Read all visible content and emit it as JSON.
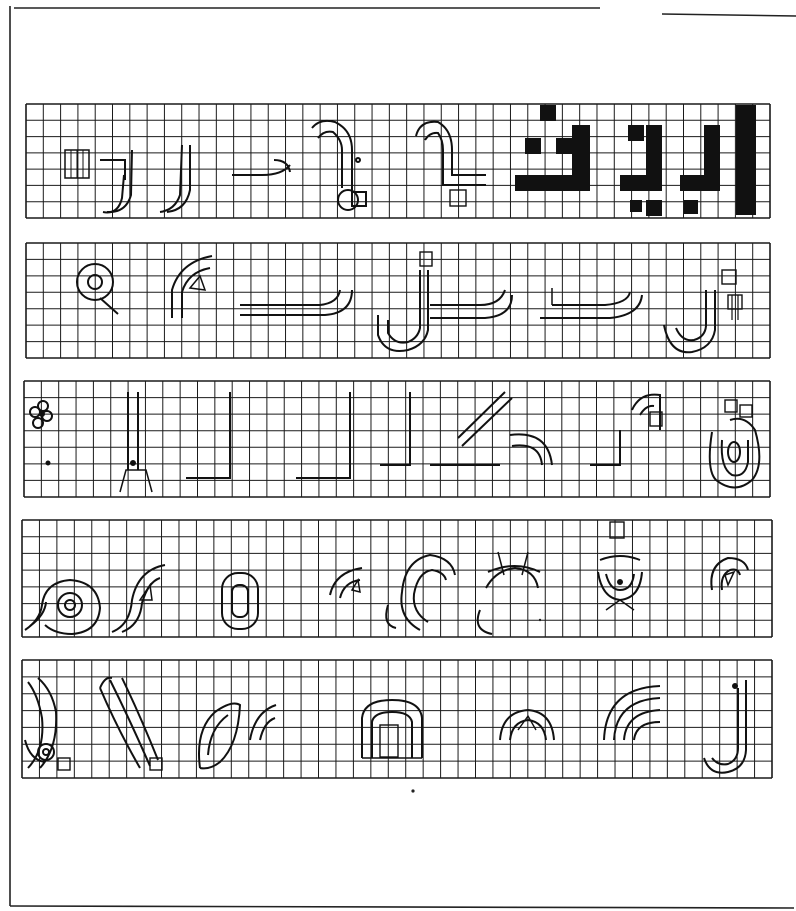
{
  "figure": {
    "kind": "letterform-construction-grids",
    "strip_count": 5,
    "ink_color": "#111111",
    "paper_color": "#ffffff",
    "grid_line_color": "#1a1a1a",
    "strips": [
      {
        "name": "strip-1",
        "glyph_icons": [
          "small-grid-square-icon",
          "baseline-stroke-icon",
          "curved-tail-icon",
          "curved-tail-icon",
          "bowl-hook-icon",
          "tall-hook-icon",
          "tall-hook-icon",
          "solid-block-letter-icon",
          "solid-block-letter-icon",
          "solid-block-letter-icon",
          "solid-block-letter-icon"
        ]
      },
      {
        "name": "strip-2",
        "glyph_icons": [
          "circle-loop-icon",
          "arch-leaf-icon",
          "bowl-stroke-icon",
          "deep-descender-icon",
          "bowl-stroke-icon",
          "deep-descender-icon"
        ]
      },
      {
        "name": "strip-3",
        "glyph_icons": [
          "flower-ornament-icon",
          "vertical-stroke-icon",
          "vertical-stroke-icon",
          "diagonal-stroke-icon",
          "quarter-arc-icon",
          "oval-loop-icon"
        ]
      },
      {
        "name": "strip-4",
        "glyph_icons": [
          "spiral-leaf-icon",
          "swan-curve-icon",
          "oval-ring-icon",
          "hook-curve-icon",
          "ear-curve-icon",
          "cup-curve-icon",
          "cup-dot-icon",
          "small-hook-icon"
        ]
      },
      {
        "name": "strip-5",
        "glyph_icons": [
          "double-stroke-icon",
          "triple-leaf-icon",
          "leaf-curve-icon",
          "arch-loop-icon",
          "semicircle-arch-icon",
          "concentric-arcs-icon",
          "tall-descender-icon"
        ]
      }
    ]
  }
}
